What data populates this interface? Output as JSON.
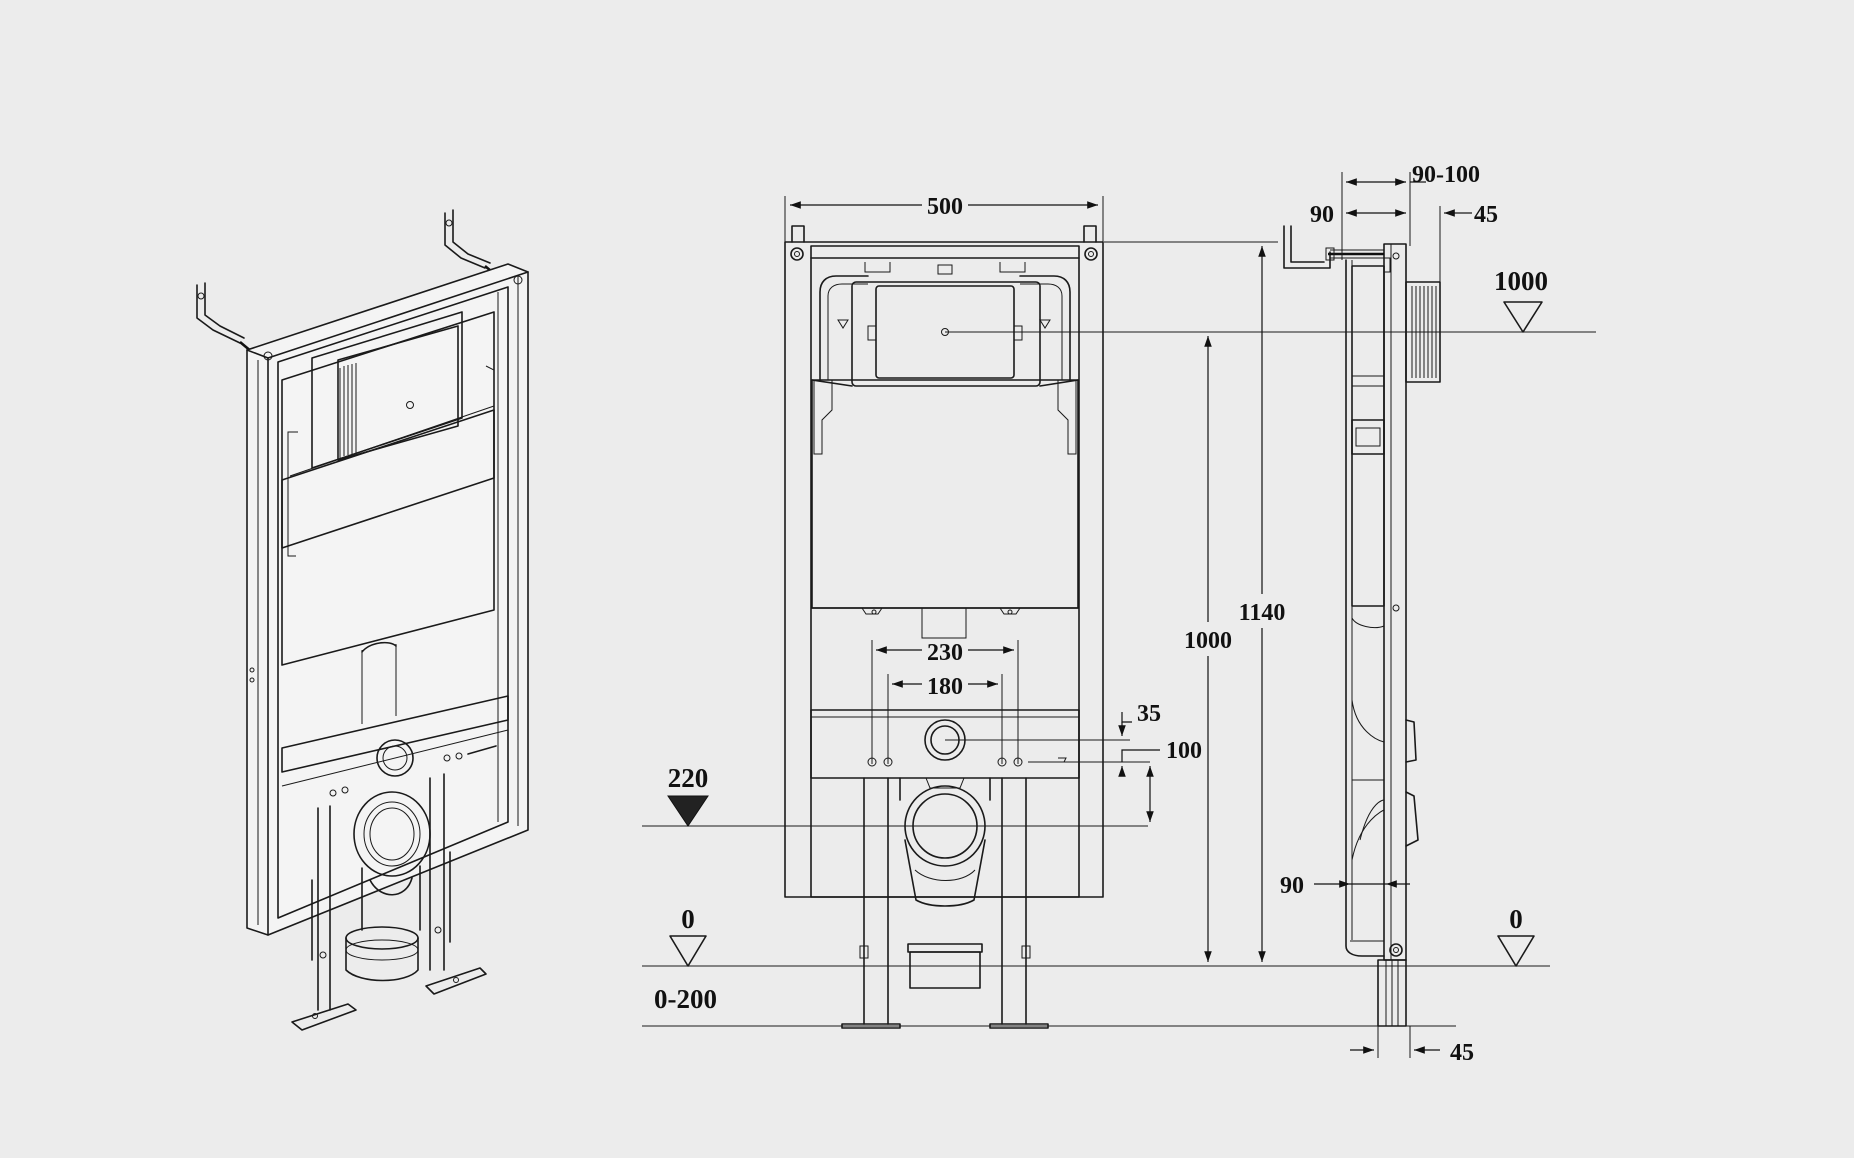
{
  "front": {
    "width": "500",
    "outlet_wide": "230",
    "outlet_narrow": "180",
    "offset_small": "35",
    "offset_medium": "100",
    "height_flush": "1000",
    "height_total": "1140",
    "outlet_height": "220",
    "floor_level": "0",
    "adjust_range": "0-200"
  },
  "side": {
    "depth_range": "90-100",
    "depth": "90",
    "pipe": "45",
    "flush_level": "1000",
    "lower_depth": "90",
    "floor_level": "0",
    "foot": "45"
  },
  "colors": {
    "background": "#ececec",
    "line": "#1a1a1a"
  }
}
